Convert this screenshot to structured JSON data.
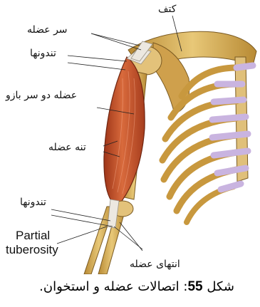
{
  "labels": {
    "shoulder": "کتف",
    "muscle_head": "سر عضله",
    "tendons_top": "تندونها",
    "biceps": "عضله دو سر بازو",
    "muscle_body": "تنه عضله",
    "tendons_bottom": "تندونها",
    "partial_line1": "Partial",
    "partial_line2": "tuberosity",
    "muscle_end": "انتهای عضله"
  },
  "caption": {
    "prefix": "شکل",
    "number": "55",
    "text": ": اتصالات عضله و استخوان."
  },
  "colors": {
    "muscle": "#c8522a",
    "bone": "#d8b35a",
    "cartilage": "#c9b4e0",
    "tendon": "#e9e6de"
  }
}
